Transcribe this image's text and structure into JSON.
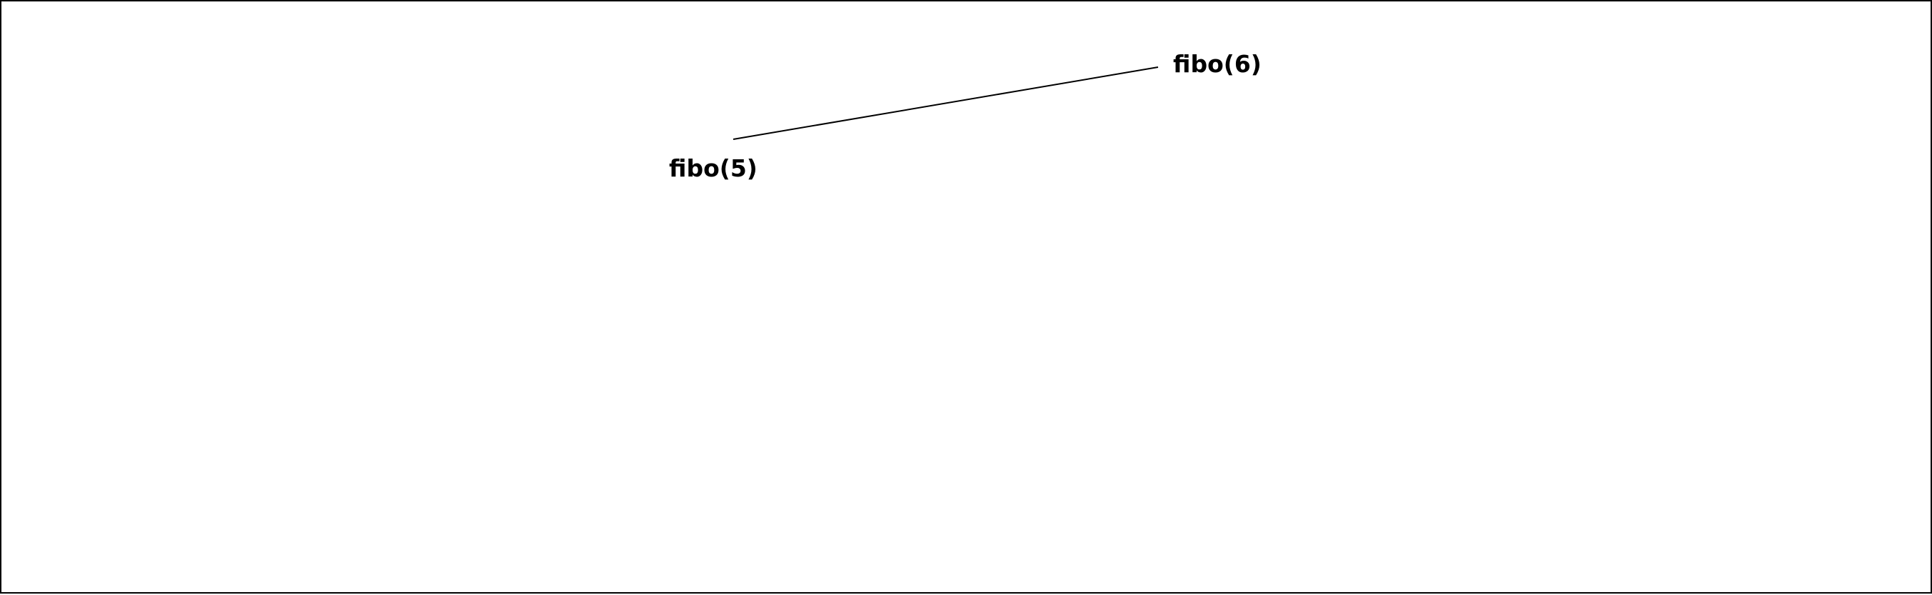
{
  "diagram": {
    "type": "call-tree",
    "nodes": [
      {
        "id": "fibo-6",
        "label": "fibo(6)"
      },
      {
        "id": "fibo-5",
        "label": "fibo(5)"
      }
    ],
    "edges": [
      {
        "from": "fibo-6",
        "to": "fibo-5"
      }
    ],
    "colors": {
      "background": "#ffffff",
      "line": "#000000",
      "text": "#000000",
      "border": "#000000"
    }
  }
}
